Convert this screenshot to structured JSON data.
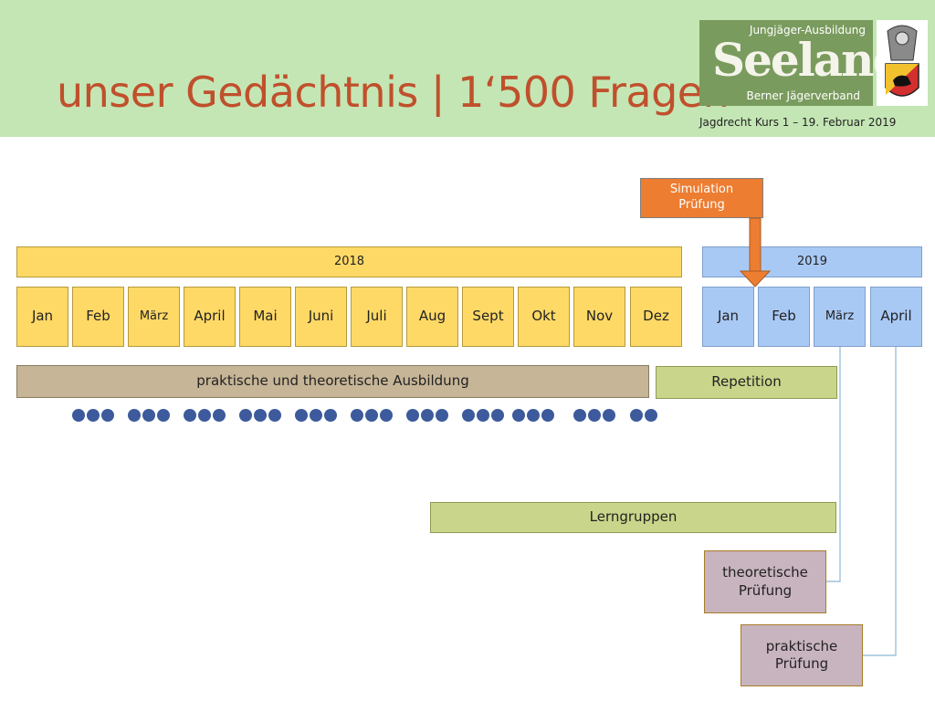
{
  "header": {
    "title": "unser Gedächtnis | 1‘500 Fragen",
    "logo_top": "Jungjäger-Ausbildung",
    "logo_main": "Seeland",
    "logo_bottom": "Berner Jägerverband",
    "subtitle": "Jagdrecht Kurs 1 – 19. Februar 2019"
  },
  "timeline": {
    "year_2018": "2018",
    "year_2019": "2019",
    "months_2018": [
      "Jan",
      "Feb",
      "März",
      "April",
      "Mai",
      "Juni",
      "Juli",
      "Aug",
      "Sept",
      "Okt",
      "Nov",
      "Dez"
    ],
    "months_2019": [
      "Jan",
      "Feb",
      "März",
      "April"
    ],
    "simulation": "Simulation\nPrüfung",
    "training": "praktische und theoretische Ausbildung",
    "repetition": "Repetition",
    "learning_groups": "Lerngruppen",
    "theory_exam": "theoretische\nPrüfung",
    "practical_exam": "praktische\nPrüfung"
  },
  "colors": {
    "header_bg": "#c4e6b4",
    "title": "#c0502c",
    "year_2018": "#ffd966",
    "year_2019": "#a9c9f5",
    "arrow": "#ed7d31",
    "dots": "#3d5a9c"
  }
}
